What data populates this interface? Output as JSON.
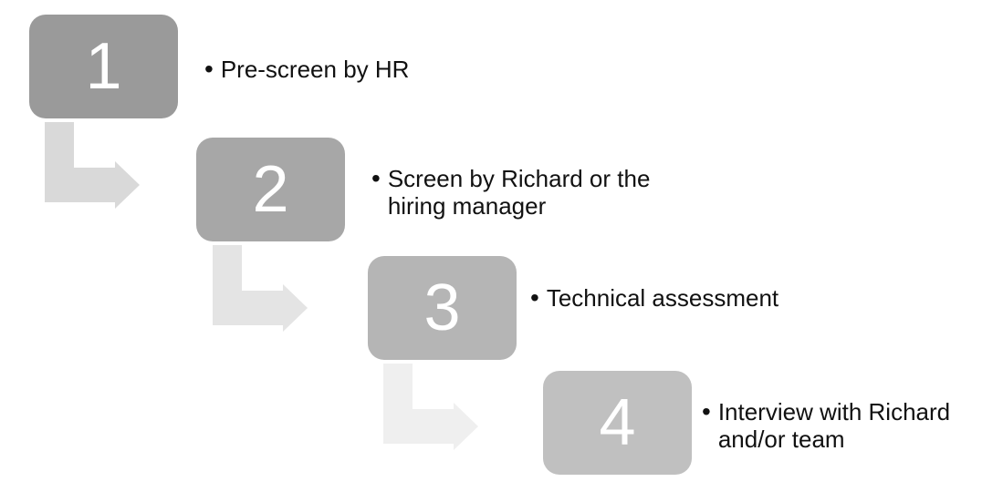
{
  "diagram": {
    "type": "step-down-process",
    "background": "#ffffff",
    "bullet_char": "•",
    "number_color": "#ffffff",
    "text_color": "#111111",
    "steps": [
      {
        "number": "1",
        "label": "Pre-screen by HR",
        "lines": [
          "Pre-screen by HR"
        ],
        "box_color": "#9a9a9a",
        "arrow_color": "#d9d9d9"
      },
      {
        "number": "2",
        "label": "Screen by Richard or the hiring manager",
        "lines": [
          "Screen by Richard or the",
          "hiring manager"
        ],
        "box_color": "#a7a7a7",
        "arrow_color": "#e4e4e4"
      },
      {
        "number": "3",
        "label": "Technical assessment",
        "lines": [
          "Technical assessment"
        ],
        "box_color": "#b5b5b5",
        "arrow_color": "#efefef"
      },
      {
        "number": "4",
        "label": "Interview with Richard and/or team",
        "lines": [
          "Interview with Richard",
          "and/or team"
        ],
        "box_color": "#c0c0c0",
        "arrow_color": null
      }
    ]
  }
}
